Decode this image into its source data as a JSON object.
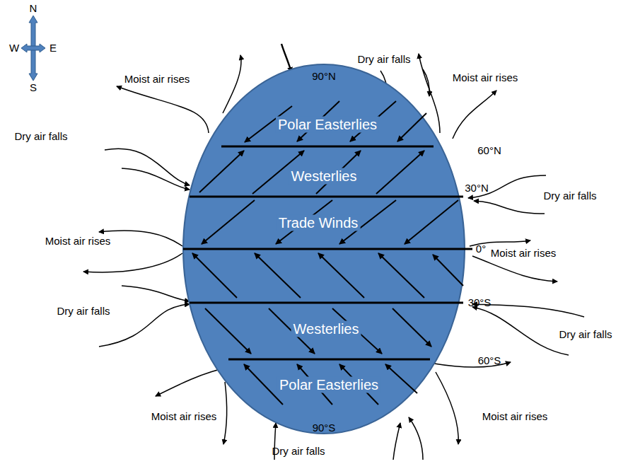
{
  "diagram": {
    "nodes": [
      {
        "text": [
          "Polar Easterlies",
          "Westerlies",
          "Trade Winds",
          "Westerlies",
          "Polar Easterlies"
        ]
      }
    ],
    "labels": [
      "N",
      "W",
      "E",
      "S",
      "Dry air falls",
      "Moist air rises",
      "Moist air rises",
      "90°N",
      "Dry air falls",
      "60°N",
      "Dry air falls",
      "30°N",
      "Moist air rises",
      "0°",
      "Moist air rises",
      "Dry air falls",
      "30°S",
      "Dry air falls",
      "60°S",
      "Moist air rises",
      "Moist air rises",
      "90°S",
      "Dry air falls"
    ]
  }
}
